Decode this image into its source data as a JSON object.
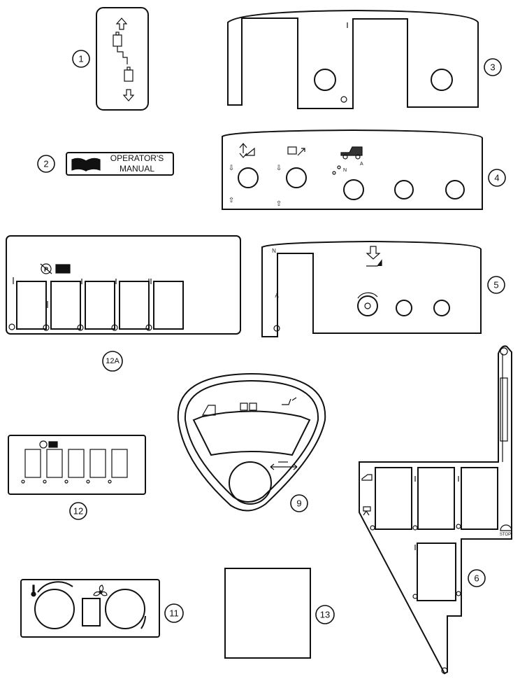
{
  "callouts": {
    "c1": "1",
    "c2": "2",
    "c3": "3",
    "c4": "4",
    "c5": "5",
    "c6": "6",
    "c9": "9",
    "c11": "11",
    "c12": "12",
    "c12a": "12A",
    "c13": "13"
  },
  "decal_manual": {
    "line1": "OPERATOR'S",
    "line2": "MANUAL"
  },
  "panel5": {
    "label_n": "N",
    "label_a": "A"
  },
  "panel6": {
    "stop_label": "STOP"
  },
  "panel4": {
    "label_a": "A",
    "label_n": "N"
  }
}
